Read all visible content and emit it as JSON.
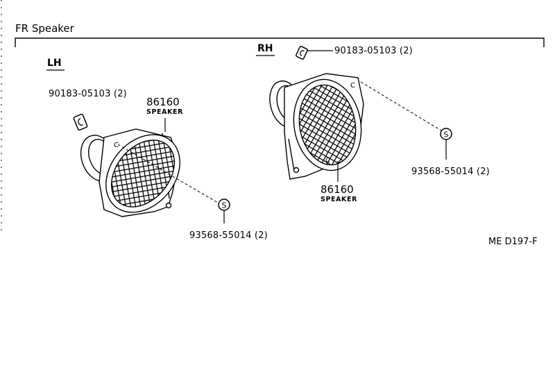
{
  "title": "FR Speaker",
  "code": "ME D197-F",
  "lh": {
    "side": "LH",
    "nut_part": "90183-05103 (2)",
    "speaker_part": "86160",
    "speaker_name": "SPEAKER",
    "screw_part": "93568-55014 (2)"
  },
  "rh": {
    "side": "RH",
    "nut_part": "90183-05103 (2)",
    "speaker_part": "86160",
    "speaker_name": "SPEAKER",
    "screw_part": "93568-55014 (2)"
  },
  "symbols": {
    "screw": "S",
    "clip": "C"
  }
}
